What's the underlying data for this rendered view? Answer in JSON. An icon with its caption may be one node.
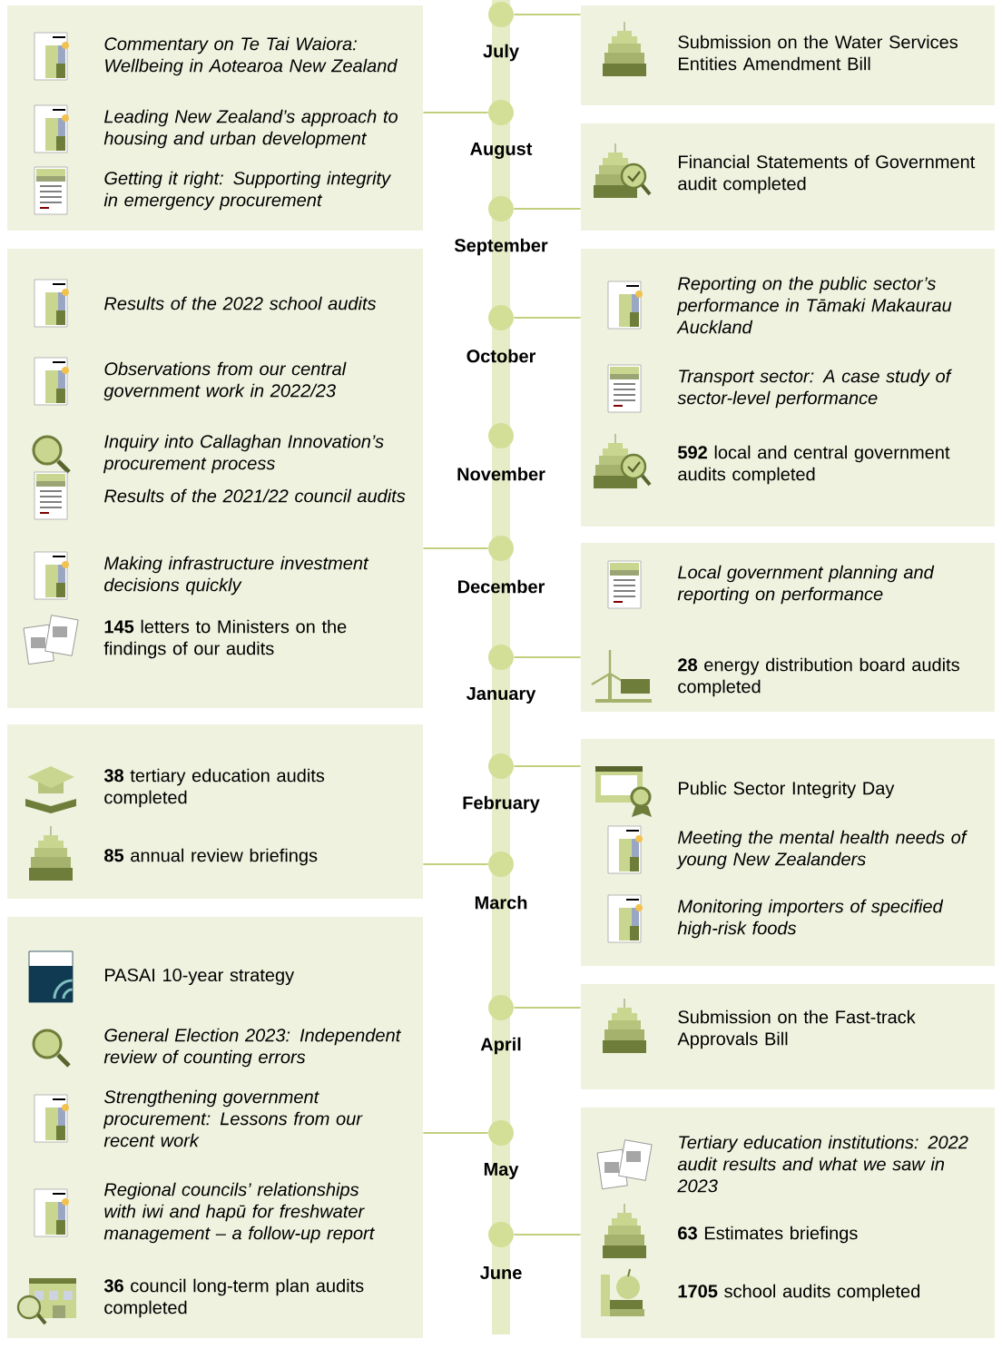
{
  "diagram": {
    "nodes": [
      {
        "text": [
          "Commentary on Te Tai Waiora: Wellbeing in Aotearoa New Zealand",
          "Leading New Zealand’s approach to housing and urban development",
          "Getting it right: Supporting integrity in emergency procurement"
        ]
      },
      {
        "text": [
          "Results of the 2022 school audits",
          "Observations from our central government work in 2022/23",
          "Inquiry into Callaghan Innovation’s procurement process",
          "Results of the 2021/22 council audits",
          "Making infrastructure investment decisions quickly",
          "**145** letters to Ministers on the findings of our audits"
        ]
      },
      {
        "text": [
          "**38** tertiary education audits completed",
          "**85** annual review briefings"
        ]
      },
      {
        "text": [
          "PASAI 10-year strategy",
          "General Election 2023: Independent review of counting errors",
          "Strengthening government procurement: Lessons from our recent work",
          "Regional councils’ relationships with iwi and hapū for freshwater management – a follow-up report",
          "**36** council long-term plan audits completed"
        ]
      },
      {
        "text": [
          "Submission on the Water Services Entities Amendment Bill"
        ]
      },
      {
        "text": [
          "Financial Statements of Government audit completed"
        ]
      },
      {
        "text": [
          "Reporting on the public sector’s performance in Tāmaki Makaurau Auckland",
          "Transport sector: A case study of sector-level performance",
          "**592** local and central government audits completed"
        ]
      },
      {
        "text": [
          "Local government planning and reporting on performance",
          "**28** energy distribution board audits completed"
        ]
      },
      {
        "text": [
          "Public Sector Integrity Day",
          "Meeting the mental health needs of young New Zealanders",
          "Monitoring importers of specified high-risk foods"
        ]
      },
      {
        "text": [
          "Submission on the Fast-track Approvals Bill"
        ]
      },
      {
        "text": [
          "Tertiary education institutions: 2022 audit results and what we saw in 2023",
          "**63** Estimates briefings",
          "**1705** school audits completed"
        ]
      },
      {
        "text": [],
        "shape": "circle",
        "beside": [
          "July"
        ]
      },
      {
        "text": [],
        "shape": "circle",
        "beside": [
          "August"
        ]
      },
      {
        "text": [],
        "shape": "circle",
        "beside": [
          "September"
        ]
      },
      {
        "text": [],
        "shape": "circle",
        "beside": [
          "October"
        ]
      },
      {
        "text": [],
        "shape": "circle",
        "beside": [
          "November"
        ]
      },
      {
        "text": [],
        "shape": "circle",
        "beside": [
          "December"
        ]
      },
      {
        "text": [],
        "shape": "circle",
        "beside": [
          "January"
        ]
      },
      {
        "text": [],
        "shape": "circle",
        "beside": [
          "February"
        ]
      },
      {
        "text": [],
        "shape": "circle",
        "beside": [
          "March"
        ]
      },
      {
        "text": [],
        "shape": "circle",
        "beside": [
          "April"
        ]
      },
      {
        "text": [],
        "shape": "circle",
        "beside": [
          "May"
        ]
      },
      {
        "text": [],
        "shape": "circle",
        "beside": [
          "June"
        ]
      }
    ],
    "edges": [
      {
        "from": 0,
        "to": 12,
        "arrow": "none"
      },
      {
        "from": 1,
        "to": 16,
        "arrow": "none"
      },
      {
        "from": 2,
        "to": 19,
        "arrow": "none"
      },
      {
        "from": 3,
        "to": 21,
        "arrow": "none"
      },
      {
        "from": 4,
        "to": 11,
        "arrow": "none"
      },
      {
        "from": 5,
        "to": 13,
        "arrow": "none"
      },
      {
        "from": 6,
        "to": 14,
        "arrow": "none"
      },
      {
        "from": 7,
        "to": 17,
        "arrow": "none"
      },
      {
        "from": 8,
        "to": 18,
        "arrow": "none"
      },
      {
        "from": 9,
        "to": 20,
        "arrow": "none"
      },
      {
        "from": 10,
        "to": 22,
        "arrow": "none"
      }
    ]
  }
}
